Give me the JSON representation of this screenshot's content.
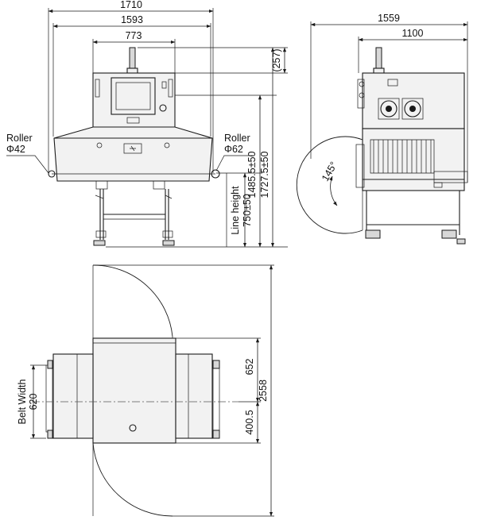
{
  "front_view": {
    "dim_overall_width": "1710",
    "dim_roller_span": "1593",
    "dim_cabinet_width": "773",
    "dim_top_offset": "(257)",
    "dim_total_height": "1727.5±50",
    "dim_roller_height": "1485.5±50",
    "line_height_label": "Line height",
    "line_height_value": "750±50",
    "roller_left_label": "Roller",
    "roller_left_size": "Φ42",
    "roller_right_label": "Roller",
    "roller_right_size": "Φ62"
  },
  "side_view": {
    "dim_overall_depth": "1559",
    "dim_cabinet_depth": "1100",
    "door_angle": "145°"
  },
  "top_view": {
    "belt_width_label": "Belt Width",
    "belt_width_value": "620",
    "dim_total_depth": "2558",
    "dim_front_part": "652",
    "dim_rear_part": "400.5"
  }
}
